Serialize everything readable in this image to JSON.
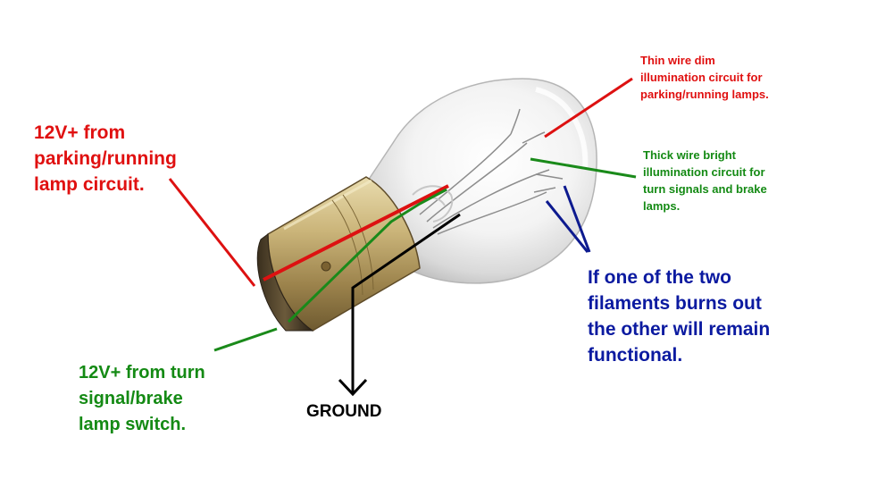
{
  "colors": {
    "positive_wire": "#dd1111",
    "turn_brake_wire": "#1a8a1a",
    "ground_wire": "#000000",
    "callout": "#0d1a8f",
    "red_text": "#e01010",
    "green_text": "#148a14",
    "blue_text": "#0b1aa0",
    "black_text": "#000000"
  },
  "labels": {
    "parking_source": "12V+ from\nparking/running\nlamp circuit.",
    "thin_wire": "Thin wire dim\nillumination circuit for\nparking/running lamps.",
    "thick_wire": "Thick wire bright\nillumination circuit for\nturn signals and brake\nlamps.",
    "turn_source": "12V+ from turn\nsignal/brake\nlamp switch.",
    "filament_note": "If one of the two\nfilaments burns out\nthe other will remain\nfunctional.",
    "ground": "GROUND"
  }
}
